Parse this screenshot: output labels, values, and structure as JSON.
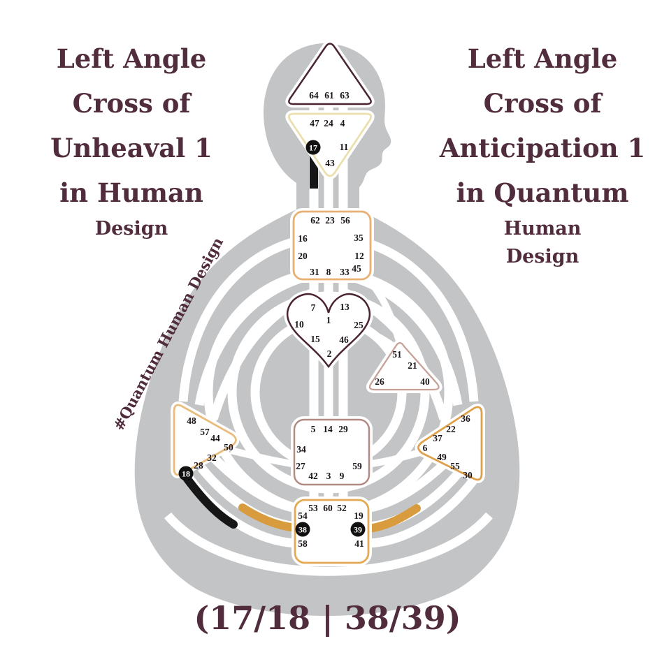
{
  "colors": {
    "title_text": "#512c3d",
    "silhouette": "#c3c4c6",
    "head_border": "#4a2433",
    "ajna_border": "#eae0ae",
    "throat_border": "#e9b072",
    "g_center_border": "#4a2433",
    "will_border": "#c7a198",
    "spleen_border": "#e9bd7e",
    "sacral_border": "#b18b83",
    "solar_plexus_border": "#dfa049",
    "root_border": "#e3a953",
    "personality_channel": "#161616",
    "design_channel": "#d89c3e",
    "gate_circle": "#111111"
  },
  "left_title": {
    "lines": [
      "Left Angle",
      "Cross of",
      "Unheaval 1",
      "in Human"
    ],
    "sub_lines": [
      "Design"
    ]
  },
  "right_title": {
    "lines": [
      "Left Angle",
      "Cross of",
      "Anticipation 1",
      "in Quantum"
    ],
    "sub_lines": [
      "Human",
      "Design"
    ]
  },
  "hashtag": "#Quantum Human Design",
  "cross_notation": "(17/18 | 38/39)",
  "activated_gates": {
    "personality": [
      "17",
      "18"
    ],
    "design": [
      "38",
      "39"
    ]
  },
  "centers": {
    "head": {
      "gates": [
        "64",
        "61",
        "63"
      ]
    },
    "ajna": {
      "gates": [
        "47",
        "24",
        "4",
        "17",
        "11",
        "43"
      ]
    },
    "throat": {
      "gates": [
        "62",
        "23",
        "56",
        "16",
        "35",
        "20",
        "12",
        "45",
        "31",
        "8",
        "33"
      ]
    },
    "g_center": {
      "gates": [
        "7",
        "13",
        "1",
        "10",
        "25",
        "15",
        "46",
        "2"
      ]
    },
    "will": {
      "gates": [
        "51",
        "21",
        "26",
        "40"
      ]
    },
    "spleen": {
      "gates": [
        "48",
        "57",
        "44",
        "50",
        "32",
        "28",
        "18"
      ]
    },
    "sacral": {
      "gates": [
        "5",
        "14",
        "29",
        "34",
        "27",
        "59",
        "42",
        "3",
        "9"
      ]
    },
    "solar_plexus": {
      "gates": [
        "36",
        "22",
        "37",
        "6",
        "49",
        "55",
        "30"
      ]
    },
    "root": {
      "gates": [
        "53",
        "60",
        "52",
        "54",
        "19",
        "38",
        "39",
        "58",
        "41"
      ]
    }
  }
}
